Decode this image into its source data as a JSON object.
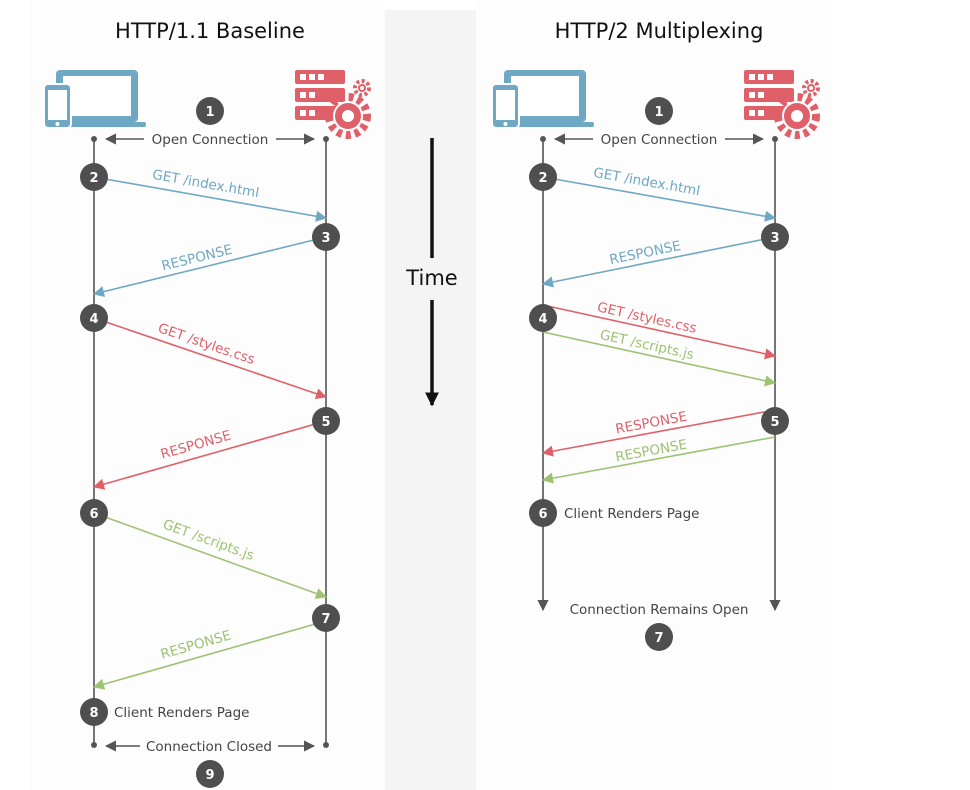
{
  "time_label": "Time",
  "colors": {
    "blue": "#6fa8c3",
    "red": "#e0606a",
    "green": "#9cc272",
    "dark": "#555555",
    "badge": "#4f4f4f"
  },
  "icons": {
    "client": "client-devices-icon",
    "server": "server-gear-icon"
  },
  "left": {
    "title": "HTTP/1.1 Baseline",
    "open": "Open Connection",
    "req1": "GET /index.html",
    "resp1": "RESPONSE",
    "req2": "GET /styles.css",
    "resp2": "RESPONSE",
    "req3": "GET /scripts.js",
    "resp3": "RESPONSE",
    "render": "Client Renders Page",
    "closed": "Connection Closed",
    "steps": [
      "1",
      "2",
      "3",
      "4",
      "5",
      "6",
      "7",
      "8",
      "9"
    ]
  },
  "right": {
    "title": "HTTP/2 Multiplexing",
    "open": "Open Connection",
    "req1": "GET /index.html",
    "resp1": "RESPONSE",
    "req2": "GET /styles.css",
    "req3": "GET /scripts.js",
    "resp2": "RESPONSE",
    "resp3": "RESPONSE",
    "render": "Client Renders Page",
    "remains": "Connection Remains Open",
    "steps": [
      "1",
      "2",
      "3",
      "4",
      "5",
      "6",
      "7"
    ]
  }
}
